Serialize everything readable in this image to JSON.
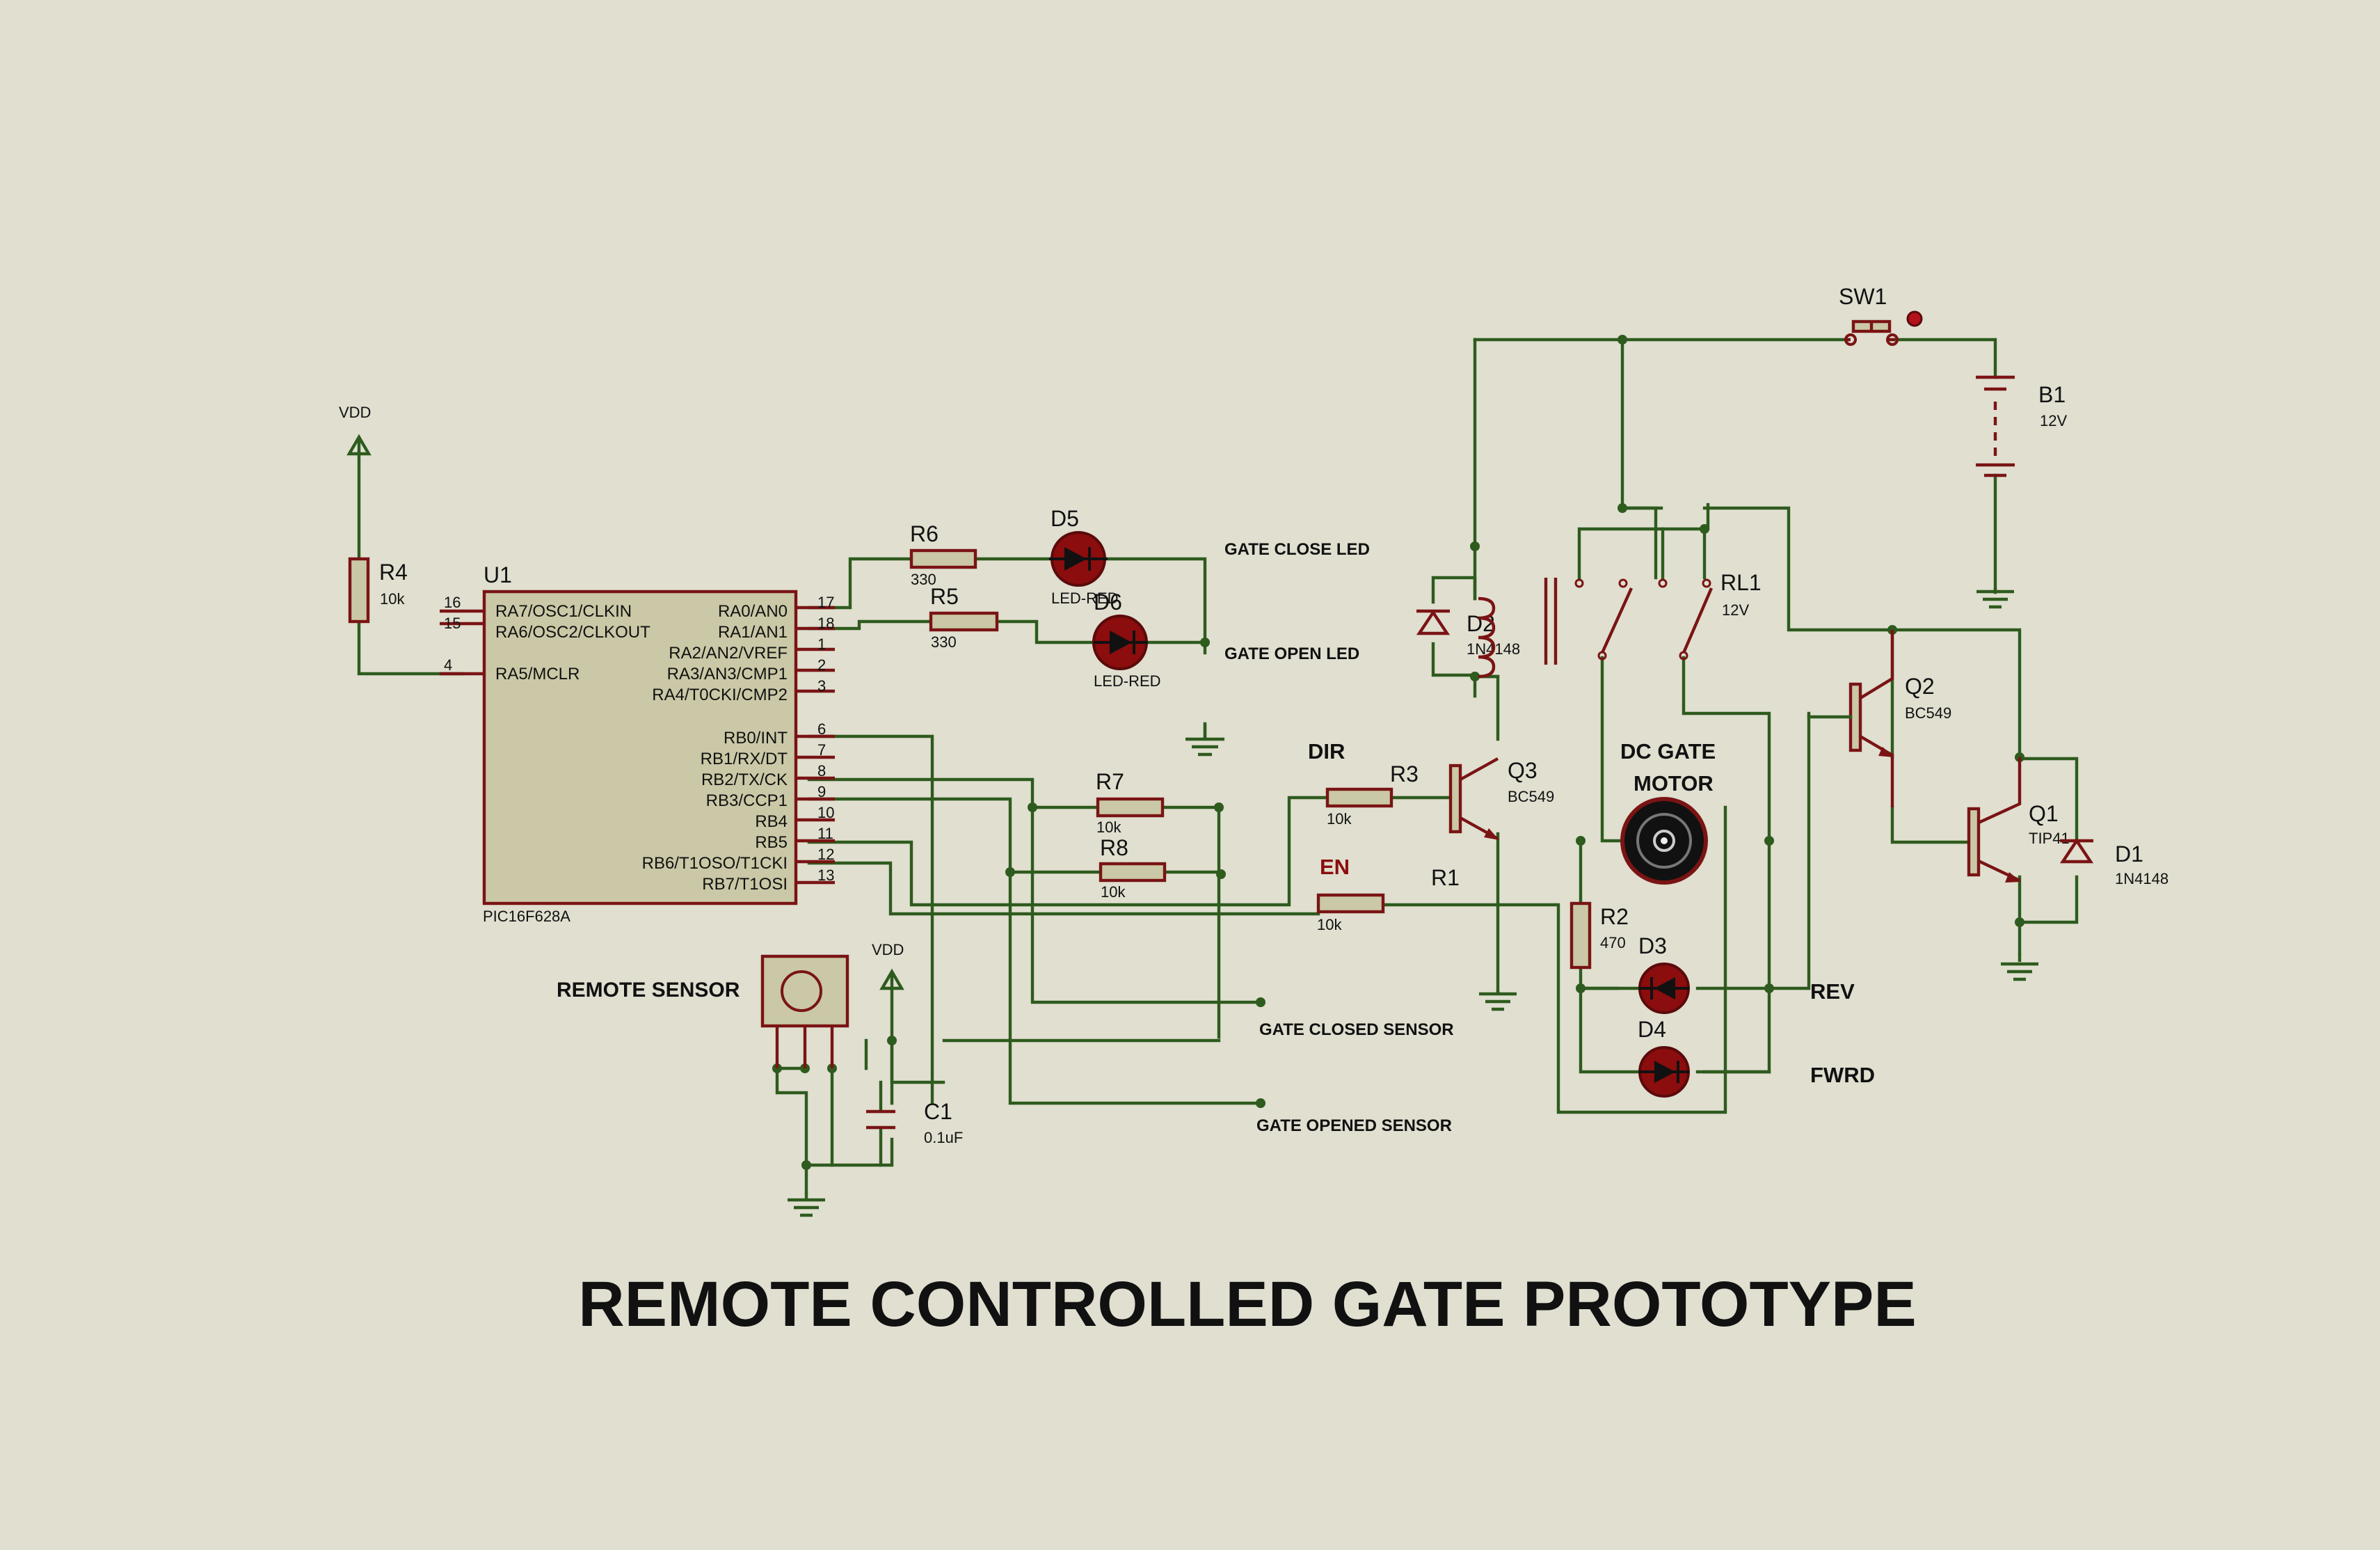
{
  "title": "REMOTE CONTROLLED GATE PROTOTYPE",
  "colors": {
    "background": "#e0dfd0",
    "wire": "#2e5b1e",
    "component": "#7a1414",
    "body_fill": "#cac8a6"
  },
  "mcu": {
    "ref": "U1",
    "part": "PIC16F628A",
    "left_pins": [
      {
        "name": "RA7/OSC1/CLKIN",
        "num": "16"
      },
      {
        "name": "RA6/OSC2/CLKOUT",
        "num": "15"
      },
      {
        "name": "RA5/MCLR",
        "num": "4"
      }
    ],
    "right_pins": [
      {
        "name": "RA0/AN0",
        "num": "17"
      },
      {
        "name": "RA1/AN1",
        "num": "18"
      },
      {
        "name": "RA2/AN2/VREF",
        "num": "1"
      },
      {
        "name": "RA3/AN3/CMP1",
        "num": "2"
      },
      {
        "name": "RA4/T0CKI/CMP2",
        "num": "3"
      },
      {
        "name": "RB0/INT",
        "num": "6"
      },
      {
        "name": "RB1/RX/DT",
        "num": "7"
      },
      {
        "name": "RB2/TX/CK",
        "num": "8"
      },
      {
        "name": "RB3/CCP1",
        "num": "9"
      },
      {
        "name": "RB4",
        "num": "10"
      },
      {
        "name": "RB5",
        "num": "11"
      },
      {
        "name": "RB6/T1OSO/T1CKI",
        "num": "12"
      },
      {
        "name": "RB7/T1OSI",
        "num": "13"
      }
    ]
  },
  "power": {
    "vdd_top": "VDD",
    "vdd_sensor": "VDD"
  },
  "resistors": {
    "R1": {
      "ref": "R1",
      "value": "10k"
    },
    "R2": {
      "ref": "R2",
      "value": "470"
    },
    "R3": {
      "ref": "R3",
      "value": "10k"
    },
    "R4": {
      "ref": "R4",
      "value": "10k"
    },
    "R5": {
      "ref": "R5",
      "value": "330"
    },
    "R6": {
      "ref": "R6",
      "value": "330"
    },
    "R7": {
      "ref": "R7",
      "value": "10k"
    },
    "R8": {
      "ref": "R8",
      "value": "10k"
    }
  },
  "diodes": {
    "D1": {
      "ref": "D1",
      "value": "1N4148"
    },
    "D2": {
      "ref": "D2",
      "value": "1N4148"
    },
    "D3": {
      "ref": "D3"
    },
    "D4": {
      "ref": "D4"
    },
    "D5": {
      "ref": "D5",
      "value": "LED-RED"
    },
    "D6": {
      "ref": "D6",
      "value": "LED-RED"
    }
  },
  "transistors": {
    "Q1": {
      "ref": "Q1",
      "value": "TIP41"
    },
    "Q2": {
      "ref": "Q2",
      "value": "BC549"
    },
    "Q3": {
      "ref": "Q3",
      "value": "BC549"
    }
  },
  "others": {
    "C1": {
      "ref": "C1",
      "value": "0.1uF"
    },
    "B1": {
      "ref": "B1",
      "value": "12V"
    },
    "RL1": {
      "ref": "RL1",
      "value": "12V"
    },
    "SW1": {
      "ref": "SW1"
    }
  },
  "labels": {
    "gate_close_led": "GATE CLOSE LED",
    "gate_open_led": "GATE OPEN LED",
    "dir": "DIR",
    "en": "EN",
    "motor_line1": "DC GATE",
    "motor_line2": "MOTOR",
    "rev": "REV",
    "fwrd": "FWRD",
    "remote_sensor": "REMOTE SENSOR",
    "gate_closed_sensor": "GATE CLOSED SENSOR",
    "gate_opened_sensor": "GATE OPENED SENSOR"
  }
}
